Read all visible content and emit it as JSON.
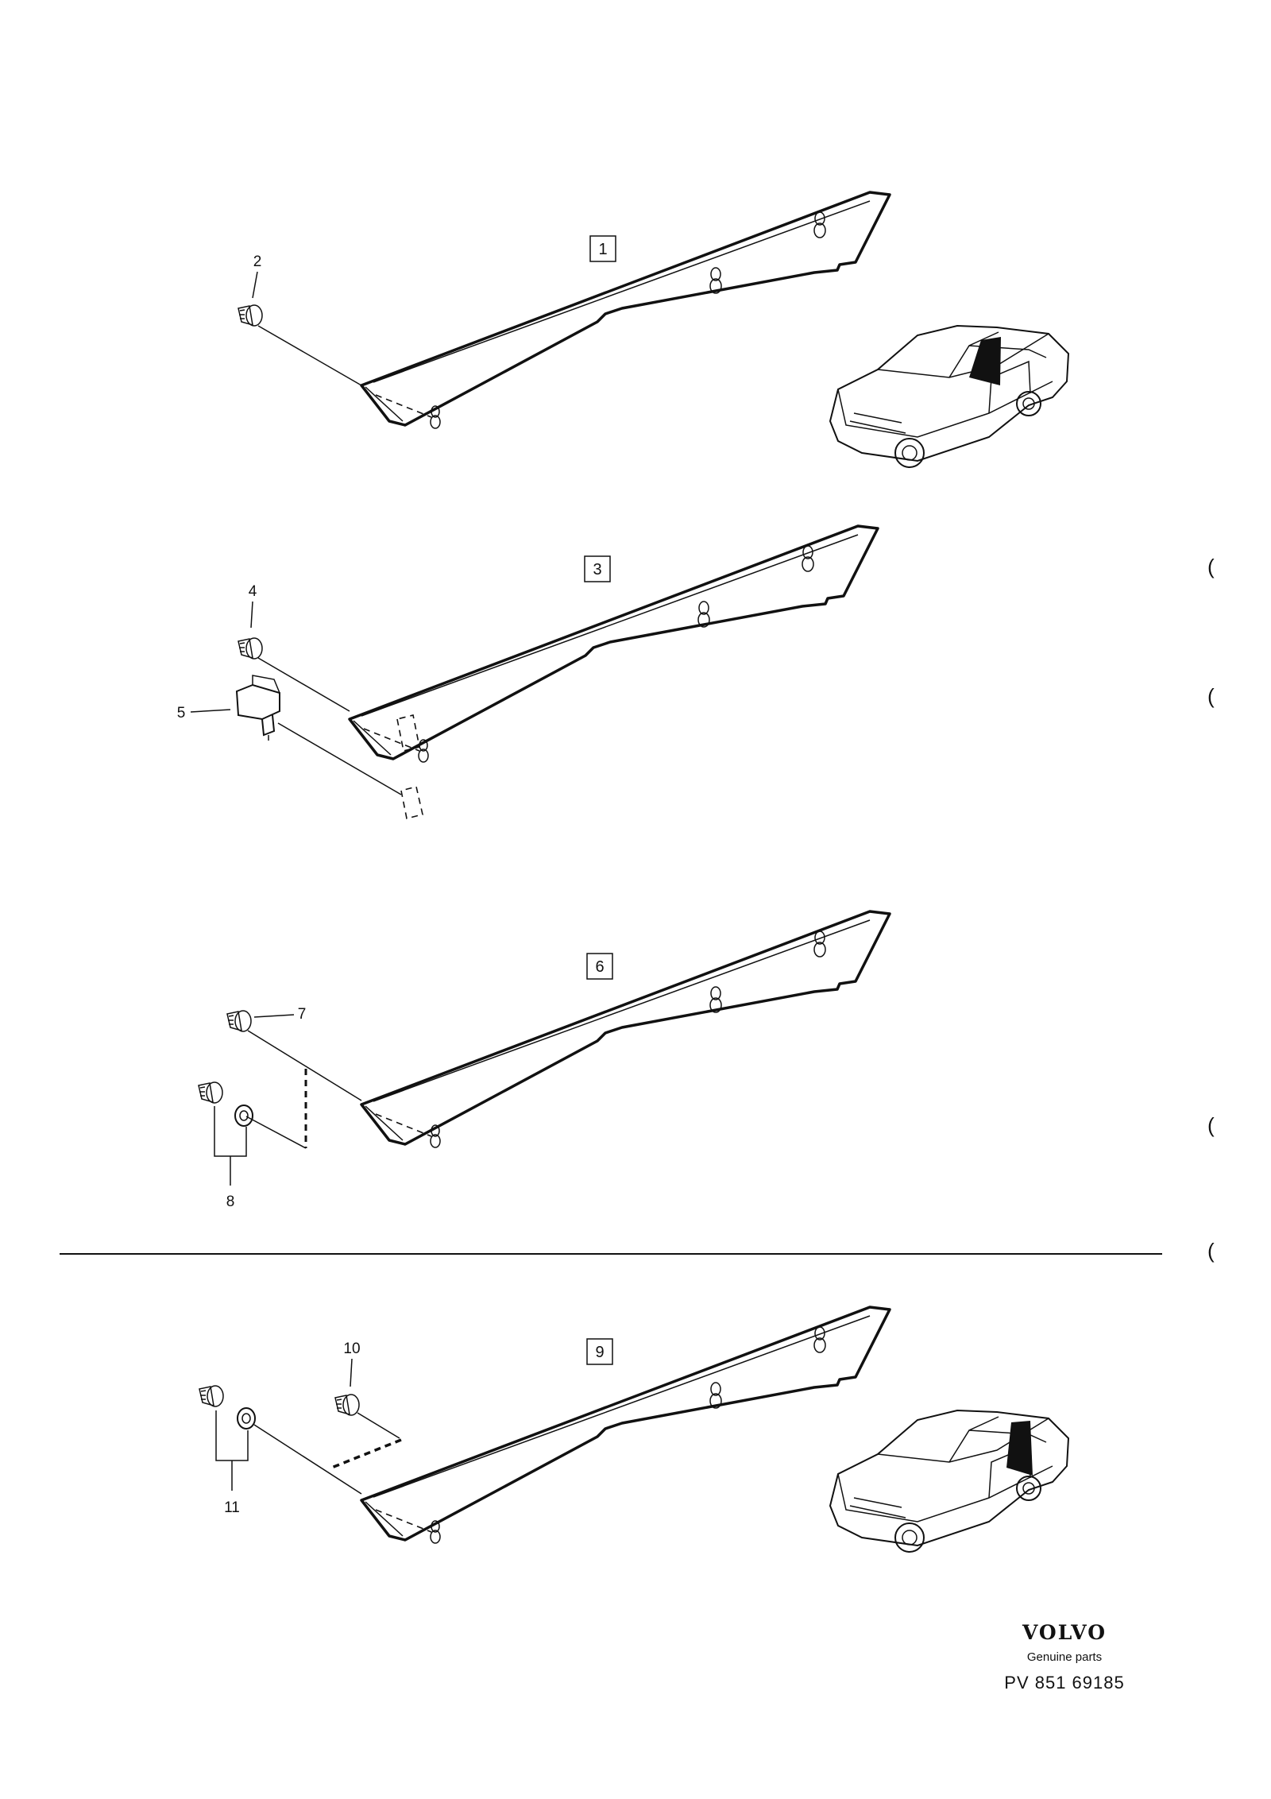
{
  "groups": [
    {
      "part": "1",
      "callouts": [
        "2"
      ]
    },
    {
      "part": "3",
      "callouts": [
        "4",
        "5"
      ]
    },
    {
      "part": "6",
      "callouts": [
        "7",
        "8"
      ]
    },
    {
      "part": "9",
      "callouts": [
        "10",
        "11"
      ]
    }
  ],
  "footer": {
    "brand": "VOLVO",
    "subtitle": "Genuine parts",
    "code": "PV  851 69185"
  },
  "margin_marks": [
    "(",
    "(",
    "(",
    "("
  ]
}
